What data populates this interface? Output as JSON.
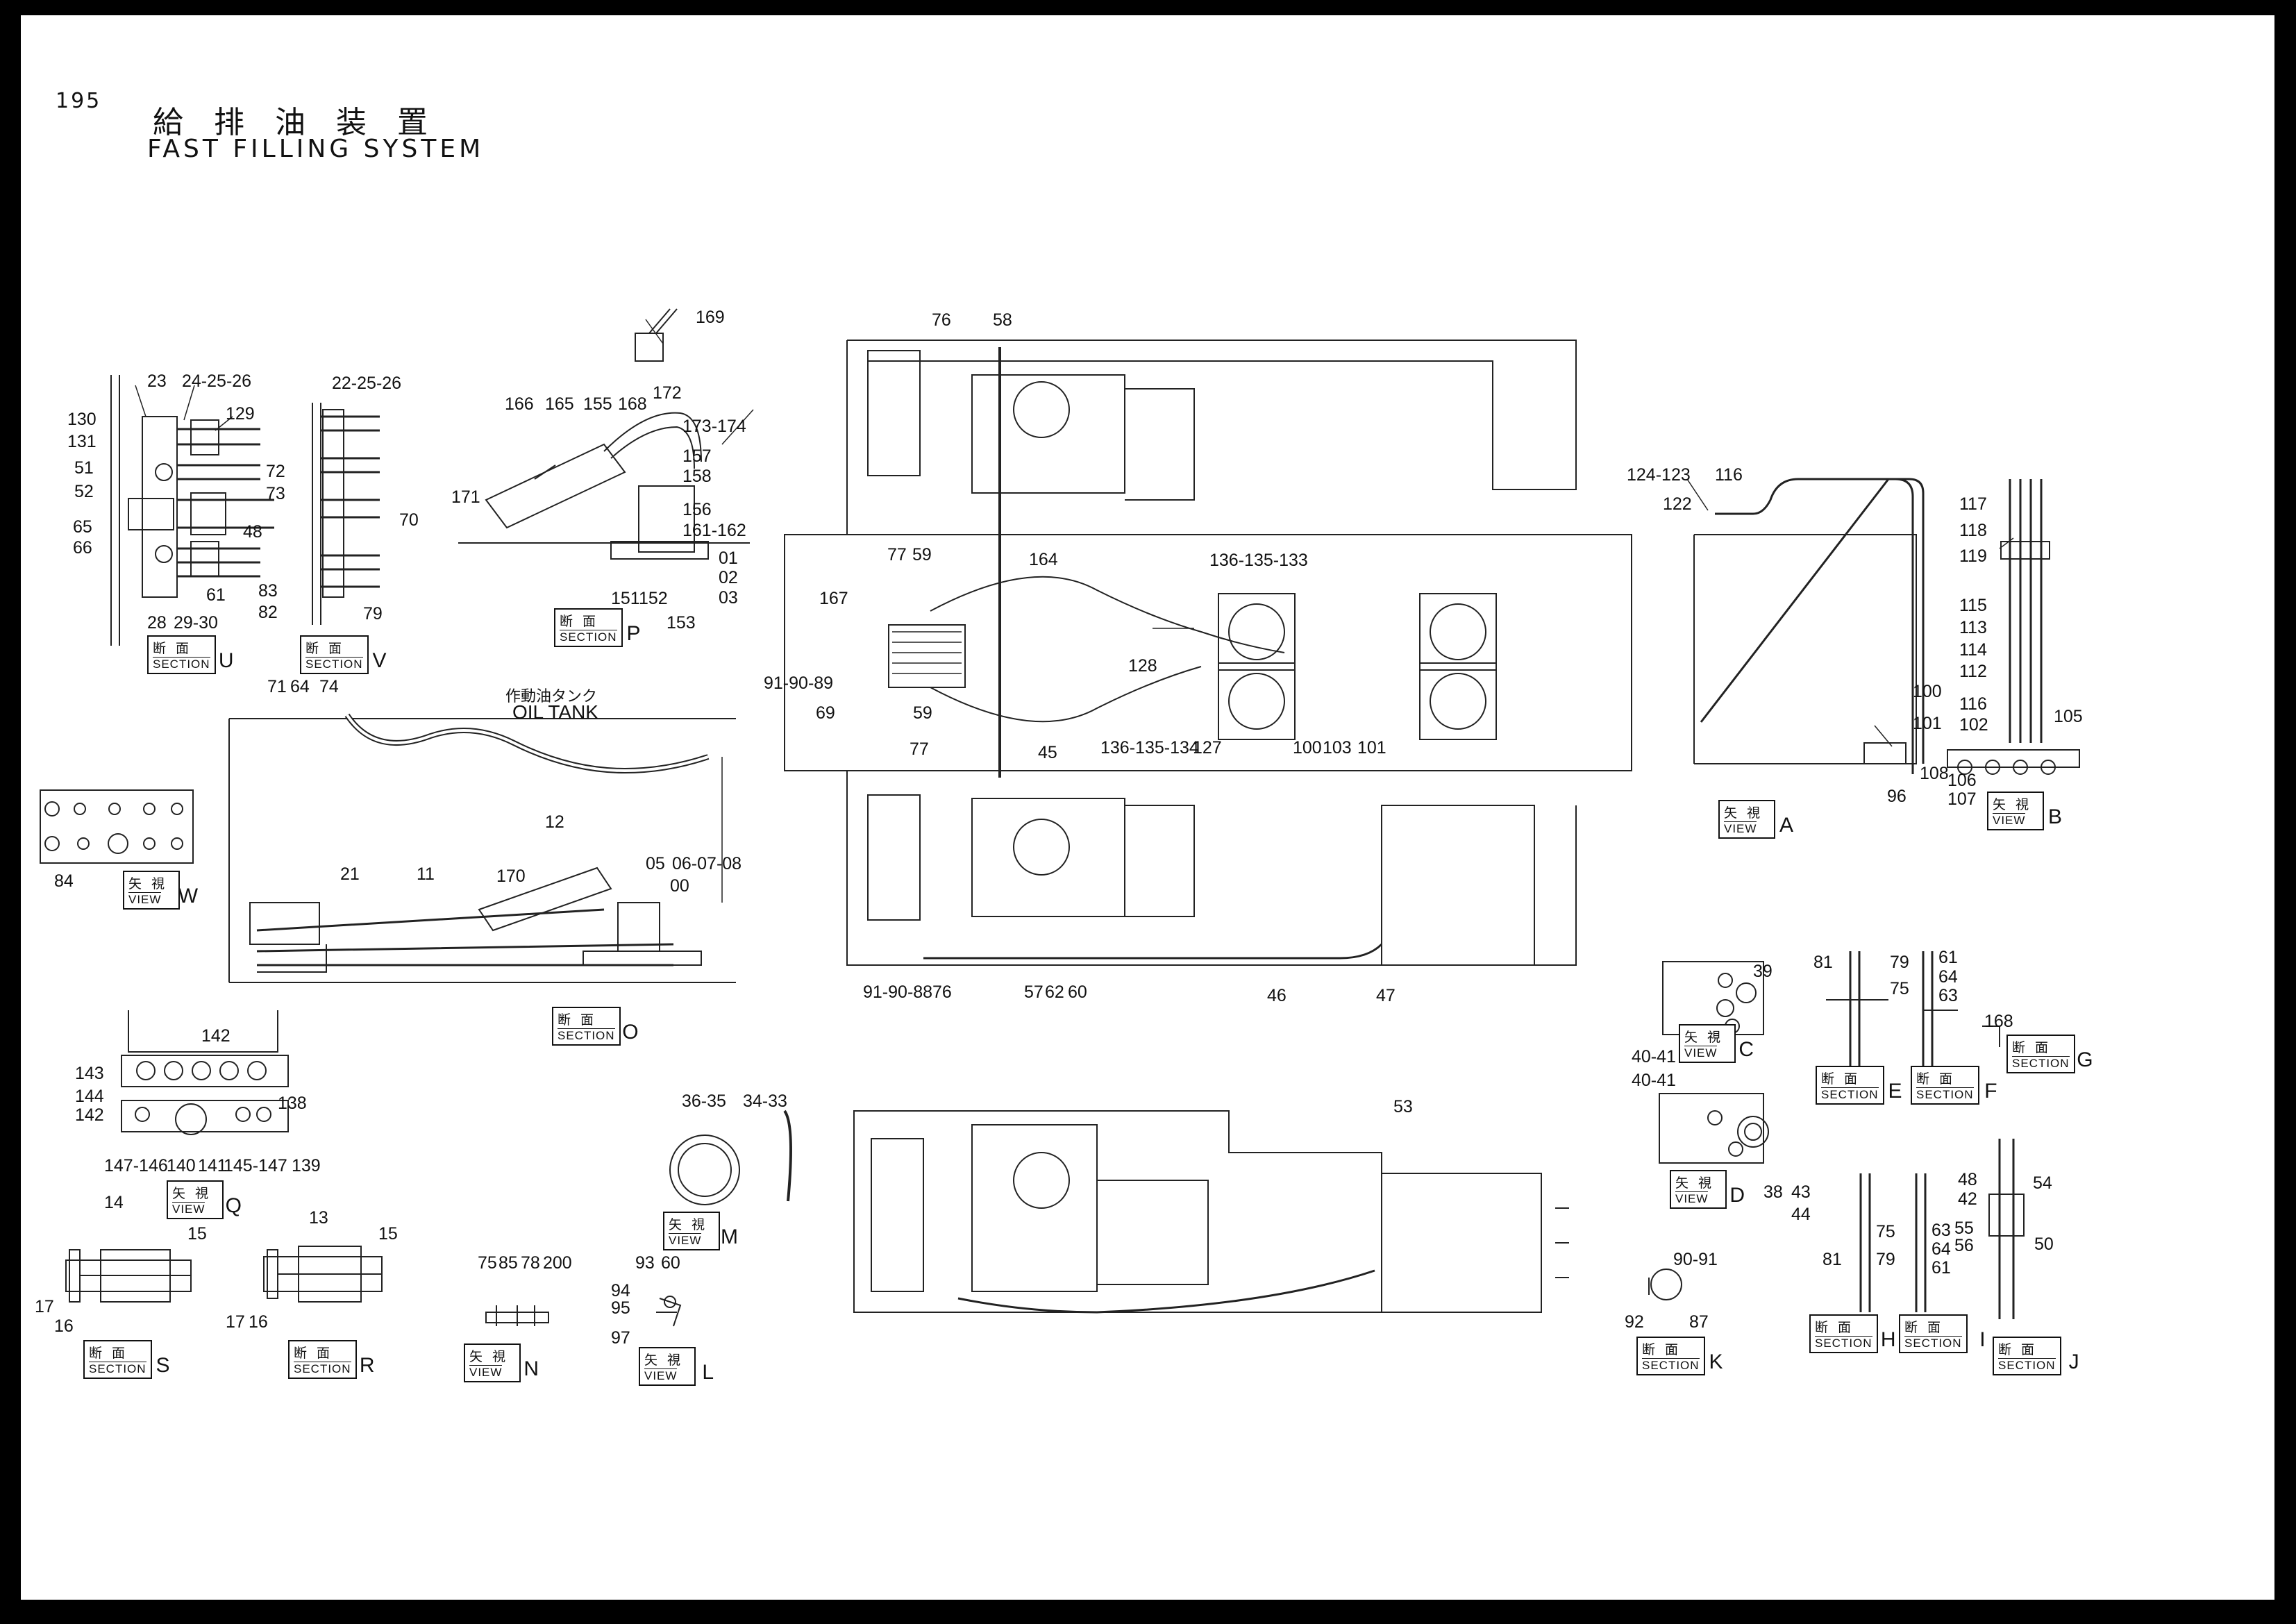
{
  "sheet": {
    "page_number": "195",
    "title_jp": "給排油装置",
    "title_en": "FAST FILLING SYSTEM",
    "oil_tank_jp": "作動油タンク",
    "oil_tank_en": "OIL TANK"
  },
  "captions": [
    {
      "id": "U",
      "jp": "断面",
      "en": "SECTION",
      "letter": "U"
    },
    {
      "id": "V",
      "jp": "断面",
      "en": "SECTION",
      "letter": "V"
    },
    {
      "id": "P",
      "jp": "断面",
      "en": "SECTION",
      "letter": "P"
    },
    {
      "id": "W",
      "jp": "矢視",
      "en": "VIEW",
      "letter": "W"
    },
    {
      "id": "O",
      "jp": "断面",
      "en": "SECTION",
      "letter": "O"
    },
    {
      "id": "Q",
      "jp": "矢視",
      "en": "VIEW",
      "letter": "Q"
    },
    {
      "id": "S",
      "jp": "断面",
      "en": "SECTION",
      "letter": "S"
    },
    {
      "id": "R",
      "jp": "断面",
      "en": "SECTION",
      "letter": "R"
    },
    {
      "id": "N",
      "jp": "矢視",
      "en": "VIEW",
      "letter": "N"
    },
    {
      "id": "M",
      "jp": "矢視",
      "en": "VIEW",
      "letter": "M"
    },
    {
      "id": "L",
      "jp": "矢視",
      "en": "VIEW",
      "letter": "L"
    },
    {
      "id": "A",
      "jp": "矢視",
      "en": "VIEW",
      "letter": "A"
    },
    {
      "id": "B",
      "jp": "矢視",
      "en": "VIEW",
      "letter": "B"
    },
    {
      "id": "C",
      "jp": "矢視",
      "en": "VIEW",
      "letter": "C"
    },
    {
      "id": "G",
      "jp": "断面",
      "en": "SECTION",
      "letter": "G"
    },
    {
      "id": "E",
      "jp": "断面",
      "en": "SECTION",
      "letter": "E"
    },
    {
      "id": "F",
      "jp": "断面",
      "en": "SECTION",
      "letter": "F"
    },
    {
      "id": "D",
      "jp": "矢視",
      "en": "VIEW",
      "letter": "D"
    },
    {
      "id": "H",
      "jp": "断面",
      "en": "SECTION",
      "letter": "H"
    },
    {
      "id": "I",
      "jp": "断面",
      "en": "SECTION",
      "letter": "I"
    },
    {
      "id": "J",
      "jp": "断面",
      "en": "SECTION",
      "letter": "J"
    },
    {
      "id": "K",
      "jp": "断面",
      "en": "SECTION",
      "letter": "K"
    }
  ],
  "part_labels": [
    "23",
    "24-25-26",
    "129",
    "130",
    "131",
    "51",
    "52",
    "48",
    "65",
    "66",
    "61",
    "28",
    "29-30",
    "22-25-26",
    "72",
    "73",
    "70",
    "83",
    "82",
    "79",
    "169",
    "172",
    "166",
    "165",
    "155",
    "168",
    "173-174",
    "157",
    "158",
    "156",
    "161-162",
    "171",
    "151",
    "152",
    "153",
    "01",
    "02",
    "03",
    "71",
    "64",
    "74",
    "12",
    "170",
    "05",
    "06-07-08",
    "00",
    "21",
    "11",
    "84",
    "142",
    "143",
    "144",
    "142",
    "138",
    "147-146",
    "140",
    "141",
    "145-147",
    "139",
    "14",
    "15",
    "17",
    "16",
    "13",
    "15",
    "17",
    "16",
    "75",
    "85",
    "78",
    "200",
    "36-35",
    "34-33",
    "93",
    "60",
    "94",
    "95",
    "97",
    "76",
    "58",
    "77",
    "59",
    "164",
    "167",
    "91-90-89",
    "69",
    "59",
    "77",
    "45",
    "136-135-133",
    "128",
    "136-135-134",
    "127",
    "100",
    "103",
    "101",
    "91-90-88",
    "76",
    "57",
    "62",
    "60",
    "46",
    "47",
    "53",
    "124-123",
    "116",
    "122",
    "117",
    "118",
    "119",
    "115",
    "113",
    "114",
    "112",
    "100",
    "101",
    "108",
    "96",
    "116",
    "102",
    "106",
    "107",
    "105",
    "39",
    "40-41",
    "81",
    "79",
    "75",
    "61",
    "64",
    "63",
    "168",
    "40-41",
    "38",
    "43",
    "44",
    "90-91",
    "92",
    "87",
    "48",
    "42",
    "54",
    "55",
    "56",
    "50",
    "75",
    "81",
    "79",
    "63",
    "64",
    "61"
  ]
}
